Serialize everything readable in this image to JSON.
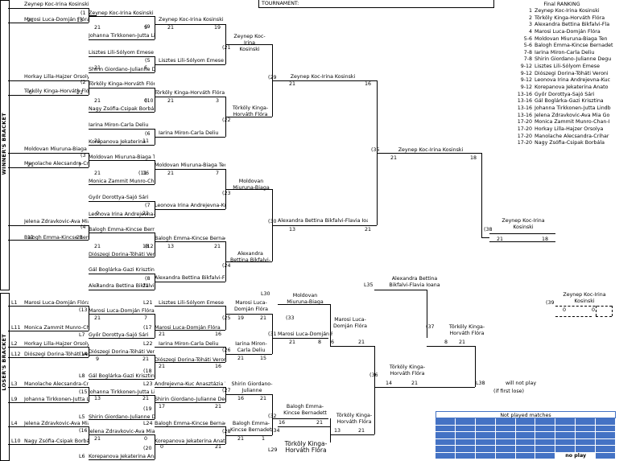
{
  "header": {
    "tournament_label": "TOURNAMENT:"
  },
  "side_labels": {
    "winners": "WINNER'S BRACKET",
    "losers": "LOSER'S BRACKET"
  },
  "ranking": {
    "title": "Final RANKING",
    "rows": [
      {
        "place": "1",
        "name": "Zeynep Koc-Irina Kosinski"
      },
      {
        "place": "2",
        "name": "Törköly Kinga-Horváth Flóra"
      },
      {
        "place": "3",
        "name": "Alexandra Bettina Bikfalvi-Fla"
      },
      {
        "place": "4",
        "name": "Marosi Luca-Domján Flóra"
      },
      {
        "place": "5-6",
        "name": "Moldovan Miuruna-Biaga Ten"
      },
      {
        "place": "5-6",
        "name": "Balogh Emma-Kincse Bernadet"
      },
      {
        "place": "7-8",
        "name": "Iarina Miron-Carla Deliu"
      },
      {
        "place": "7-8",
        "name": "Shirin Giordano-Julianne Degu"
      },
      {
        "place": "9-12",
        "name": "Lisztes Lili-Sólyom Emese"
      },
      {
        "place": "9-12",
        "name": "Diószegi Dorina-Tóháti Veroni"
      },
      {
        "place": "9-12",
        "name": "Leonova Irina Andrejevna-Kuc"
      },
      {
        "place": "9-12",
        "name": "Korepanova Jekaterina Anato"
      },
      {
        "place": "13-16",
        "name": "Győr Dorottya-Sajó Sári"
      },
      {
        "place": "13-16",
        "name": "Gál Boglárka-Gazi Krisztina"
      },
      {
        "place": "13-16",
        "name": "Johanna Tirkkonen-Jutta Lindb"
      },
      {
        "place": "13-16",
        "name": "Jelena Zdravkovic-Ava Mia Go"
      },
      {
        "place": "17-20",
        "name": "Monica Zammit Munro-Chan-I"
      },
      {
        "place": "17-20",
        "name": "Horkay Lilla-Hajzer Orsolya"
      },
      {
        "place": "17-20",
        "name": "Manolache Alecsandra-Crihar"
      },
      {
        "place": "17-20",
        "name": "Nagy Zsófia-Csipak Borbála"
      }
    ]
  },
  "not_played": {
    "title": "Not played matches",
    "no_play_label": "no play",
    "rows": 6,
    "cols": 9
  },
  "labels": [
    {
      "id": "seed-1",
      "text": "(1"
    },
    {
      "id": "seed-9",
      "text": "(9"
    },
    {
      "id": "seed-5",
      "text": "(5"
    },
    {
      "id": "seed-2",
      "text": "(2"
    },
    {
      "id": "seed-10",
      "text": "(10"
    },
    {
      "id": "seed-6",
      "text": "(6"
    },
    {
      "id": "seed-3",
      "text": "(3"
    },
    {
      "id": "seed-11",
      "text": "(11"
    },
    {
      "id": "seed-7",
      "text": "(7"
    },
    {
      "id": "seed-4",
      "text": "(4"
    },
    {
      "id": "seed-12",
      "text": "(12"
    },
    {
      "id": "seed-8",
      "text": "(8"
    },
    {
      "id": "m-21",
      "text": "(21"
    },
    {
      "id": "m-22",
      "text": "(22"
    },
    {
      "id": "m-23",
      "text": "(23"
    },
    {
      "id": "m-24",
      "text": "(24"
    },
    {
      "id": "m-29",
      "text": "(29"
    },
    {
      "id": "m-30",
      "text": "(30"
    },
    {
      "id": "m-35",
      "text": "(35"
    },
    {
      "id": "m-38",
      "text": "(38"
    },
    {
      "id": "m-39",
      "text": "(39"
    },
    {
      "id": "l-13",
      "text": "(13"
    },
    {
      "id": "l-17",
      "text": "(17"
    },
    {
      "id": "l-14",
      "text": "(14"
    },
    {
      "id": "l-18",
      "text": "(18"
    },
    {
      "id": "l-15",
      "text": "(15"
    },
    {
      "id": "l-19",
      "text": "(19"
    },
    {
      "id": "l-16",
      "text": "(16"
    },
    {
      "id": "l-20",
      "text": "(20"
    },
    {
      "id": "l-25",
      "text": "(25"
    },
    {
      "id": "l-26",
      "text": "(26"
    },
    {
      "id": "l-27",
      "text": "(27"
    },
    {
      "id": "l-28",
      "text": "(28"
    },
    {
      "id": "l-31",
      "text": "(31"
    },
    {
      "id": "l-33",
      "text": "(33"
    },
    {
      "id": "l-32",
      "text": "(32"
    },
    {
      "id": "l-34",
      "text": "(34"
    },
    {
      "id": "l-36",
      "text": "(36"
    },
    {
      "id": "l-37",
      "text": "(37"
    },
    {
      "id": "ll-1",
      "text": "L1"
    },
    {
      "id": "ll-7",
      "text": "L7"
    },
    {
      "id": "ll-11",
      "text": "L11"
    },
    {
      "id": "ll-2",
      "text": "L2"
    },
    {
      "id": "ll-12",
      "text": "L12"
    },
    {
      "id": "ll-8",
      "text": "L8"
    },
    {
      "id": "ll-3",
      "text": "L3"
    },
    {
      "id": "ll-9",
      "text": "L9"
    },
    {
      "id": "ll-5",
      "text": "L5"
    },
    {
      "id": "ll-4",
      "text": "L4"
    },
    {
      "id": "ll-10",
      "text": "L10"
    },
    {
      "id": "ll-6",
      "text": "L6"
    },
    {
      "id": "ll-21",
      "text": "L21"
    },
    {
      "id": "ll-22",
      "text": "L22"
    },
    {
      "id": "ll-23",
      "text": "L23"
    },
    {
      "id": "ll-24",
      "text": "L24"
    },
    {
      "id": "ll-30",
      "text": "L30"
    },
    {
      "id": "ll-29",
      "text": "L29"
    },
    {
      "id": "ll-35",
      "text": "L35"
    },
    {
      "id": "ll-38",
      "text": "L38"
    },
    {
      "id": "note-np",
      "text": "will not play"
    },
    {
      "id": "note-ifl",
      "text": "(if first lose)"
    }
  ],
  "names": [
    {
      "id": "w1a",
      "text": "Zeynep Koc-Irina Kosinski"
    },
    {
      "id": "w1b",
      "text": "Marosi Luca-Domján Flóra"
    },
    {
      "id": "w2a",
      "text": "Horkay Lilla-Hajzer Orsolya"
    },
    {
      "id": "w2b",
      "text": "Törköly Kinga-Horváth Flóra"
    },
    {
      "id": "w3a",
      "text": "Moldovan Miuruna-Biaga Teodora"
    },
    {
      "id": "w3b",
      "text": "Manolache Alecsandra-Crihan"
    },
    {
      "id": "w4a",
      "text": "Jelena Zdravkovic-Ava Mia Gonzalez"
    },
    {
      "id": "w4b",
      "text": "Balogh Emma-Kincse Bernadett"
    },
    {
      "id": "r9a",
      "text": "Zeynep Koc-Irina Kosinski"
    },
    {
      "id": "r9b",
      "text": "Johanna Tirkkonen-Jutta Lindberg"
    },
    {
      "id": "r5a",
      "text": "Lisztes Lili-Sólyom Emese"
    },
    {
      "id": "r5b",
      "text": "Shirin Giordano-Julianne Degu"
    },
    {
      "id": "r2a",
      "text": "Törköly Kinga-Horváth Flóra"
    },
    {
      "id": "r10b",
      "text": "Nagy Zsófia-Csipak Borbála"
    },
    {
      "id": "r6a",
      "text": "Iarina Miron-Carla Deliu"
    },
    {
      "id": "r6b",
      "text": "Korepanova Jekaterina"
    },
    {
      "id": "r3a",
      "text": "Moldovan Miuruna-Biaga Teodora"
    },
    {
      "id": "r11b",
      "text": "Monica Zammit Munro-Chan"
    },
    {
      "id": "r7a",
      "text": "Győr Dorottya-Sajó Sári"
    },
    {
      "id": "r7b",
      "text": "Leonova Irina Andrejevna-Kuc"
    },
    {
      "id": "r4a",
      "text": "Balogh Emma-Kincse Bernadett"
    },
    {
      "id": "r12b",
      "text": "Diószegi Dorina-Tóháti Veronika"
    },
    {
      "id": "r8a",
      "text": "Gál Boglárka-Gazi Krisztina"
    },
    {
      "id": "r8b",
      "text": "Alexandra Bettina Bikfalvi-Flavia Ioana"
    },
    {
      "id": "q9",
      "text": "Zeynep Koc-Irina Kosinski"
    },
    {
      "id": "q5",
      "text": "Lisztes Lili-Sólyom Emese"
    },
    {
      "id": "q10",
      "text": "Törköly Kinga-Horváth Flóra"
    },
    {
      "id": "q6",
      "text": "Iarina Miron-Carla Deliu"
    },
    {
      "id": "q11",
      "text": "Moldovan Miuruna-Biaga Teodora"
    },
    {
      "id": "q7",
      "text": "Leonova Irina Andrejevna-Kuc"
    },
    {
      "id": "q12",
      "text": "Balogh Emma-Kincse Bernadett"
    },
    {
      "id": "q8",
      "text": "Alexandra Bettina Bikfalvi-Flavia Ioana"
    },
    {
      "id": "s21",
      "text": "Zeynep Koc-\nIrina\nKosinski"
    },
    {
      "id": "s22",
      "text": "Törköly Kinga-\nHorváth Flóra"
    },
    {
      "id": "s23",
      "text": "Moldovan\nMiuruna-Biaga"
    },
    {
      "id": "s24",
      "text": "Alexandra\nBettina Bikfalvi-"
    },
    {
      "id": "f29",
      "text": "Zeynep Koc-Irina Kosinski"
    },
    {
      "id": "f30",
      "text": "Alexandra Bettina Bikfalvi-Flavia Ioana"
    },
    {
      "id": "f35",
      "text": "Zeynep Koc-Irina Kosinski"
    },
    {
      "id": "f38",
      "text": "Zeynep Koc-Irina\nKosinski"
    },
    {
      "id": "f39",
      "text": "Zeynep Koc-Irina\nKosinski"
    },
    {
      "id": "l1",
      "text": "Marosi Luca-Domján Flóra"
    },
    {
      "id": "l11",
      "text": "Monica Zammit Munro-Chan"
    },
    {
      "id": "l2",
      "text": "Horkay Lilla-Hajzer Orsolya"
    },
    {
      "id": "l12",
      "text": "Diószegi Dorina-Tóháti Veronika"
    },
    {
      "id": "l3",
      "text": "Manolache Alecsandra-Crihan"
    },
    {
      "id": "l9",
      "text": "Johanna Tirkkonen-Jutta Lindberg"
    },
    {
      "id": "l4",
      "text": "Jelena Zdravkovic-Ava Mia Gonzalez"
    },
    {
      "id": "l10",
      "text": "Nagy Zsófia-Csipak Borbála"
    },
    {
      "id": "l6",
      "text": "Korepanova Jekaterina Anatolyevna"
    },
    {
      "id": "l13a",
      "text": "Marosi Luca-Domján Flóra"
    },
    {
      "id": "l7",
      "text": "Győr Dorottya-Sajó Sári"
    },
    {
      "id": "l14a",
      "text": "Diószegi Dorina-Tóháti Veronika"
    },
    {
      "id": "l8",
      "text": "Gál Boglárka-Gazi Krisztina"
    },
    {
      "id": "l15a",
      "text": "Johanna Tirkkonen-Jutta Lindberg"
    },
    {
      "id": "l5",
      "text": "Shirin Giordano-Julianne Degu"
    },
    {
      "id": "l16a",
      "text": "Jelena Zdravkovic-Ava Mia Gonzalez"
    },
    {
      "id": "l21",
      "text": "Lisztes Lili-Sólyom Emese"
    },
    {
      "id": "l17a",
      "text": "Marosi Luca-Domján Flóra"
    },
    {
      "id": "l22",
      "text": "Iarina Miron-Carla Deliu"
    },
    {
      "id": "l18a",
      "text": "Diószegi Dorina-Tóháti Veronika"
    },
    {
      "id": "l23",
      "text": "Andrejevna-Kuc Anasztázia Vi"
    },
    {
      "id": "l19a",
      "text": "Shirin Giordano-Julianne Degu"
    },
    {
      "id": "l24",
      "text": "Balogh Emma-Kincse Bernadett"
    },
    {
      "id": "l20a",
      "text": "Korepanova Jekaterina Anatolyevna"
    },
    {
      "id": "l25",
      "text": "Marosi Luca-\nDomján Flóra"
    },
    {
      "id": "l26",
      "text": "Iarina Miron-\nCarla Deliu"
    },
    {
      "id": "l27",
      "text": "Shirin Giordano-\nJulianne"
    },
    {
      "id": "l28",
      "text": "Balogh Emma-\nKincse Bernadett"
    },
    {
      "id": "l30",
      "text": "Moldovan\nMiuruna-Biaga"
    },
    {
      "id": "l31",
      "text": "Marosi Luca-Domján Flóra"
    },
    {
      "id": "l29",
      "text": "Törköly Kinga-\nHorváth Flóra"
    },
    {
      "id": "l32",
      "text": "Balogh Emma-\nKincse Bernadett"
    },
    {
      "id": "l33",
      "text": "Marosi Luca-\nDomján Flóra"
    },
    {
      "id": "l34",
      "text": "Törköly Kinga-\nHorváth Flóra"
    },
    {
      "id": "l35",
      "text": "Alexandra Bettina\nBikfalvi-Flavia Ioana"
    },
    {
      "id": "l36",
      "text": "Törköly Kinga-\nHorváth Flóra"
    },
    {
      "id": "l37",
      "text": "Törköly Kinga-\nHorváth Flóra"
    }
  ],
  "scores": [
    {
      "id": "s-w1",
      "a": "21",
      "b": "13"
    },
    {
      "id": "s-w2",
      "a": "0",
      "b": "21"
    },
    {
      "id": "s-w3",
      "a": "21",
      "b": "7"
    },
    {
      "id": "s-w4",
      "a": "12",
      "b": "21"
    },
    {
      "id": "s-r9",
      "a": "21",
      "b": "9"
    },
    {
      "id": "s-r5",
      "a": "21",
      "b": "6"
    },
    {
      "id": "s-r10",
      "a": "21",
      "b": "0"
    },
    {
      "id": "s-r6",
      "a": "21",
      "b": "11"
    },
    {
      "id": "s-r11",
      "a": "21",
      "b": "16"
    },
    {
      "id": "s-r7",
      "a": "0",
      "b": "21"
    },
    {
      "id": "s-r12",
      "a": "21",
      "b": "18"
    },
    {
      "id": "s-r8",
      "a": "7",
      "b": "21"
    },
    {
      "id": "s-21",
      "a": "21",
      "b": "19"
    },
    {
      "id": "s-22",
      "a": "21",
      "b": "3"
    },
    {
      "id": "s-23",
      "a": "21",
      "b": "7"
    },
    {
      "id": "s-24",
      "a": "13",
      "b": "21"
    },
    {
      "id": "s-29",
      "a": "21",
      "b": "16"
    },
    {
      "id": "s-30",
      "a": "13",
      "b": "21"
    },
    {
      "id": "s-35",
      "a": "21",
      "b": "18"
    },
    {
      "id": "s-38",
      "a": "21",
      "b": "18"
    },
    {
      "id": "s-39",
      "a": "0",
      "b": "0"
    },
    {
      "id": "s-l13",
      "a": "21",
      "b": "7"
    },
    {
      "id": "s-l14",
      "a": "9",
      "b": "21"
    },
    {
      "id": "s-l15",
      "a": "13",
      "b": "21"
    },
    {
      "id": "s-l16",
      "a": "21",
      "b": "0"
    },
    {
      "id": "s-l17",
      "a": "21",
      "b": "16"
    },
    {
      "id": "s-l18",
      "a": "21",
      "b": "16"
    },
    {
      "id": "s-l19",
      "a": "17",
      "b": "21"
    },
    {
      "id": "s-l20",
      "a": "0",
      "b": "21"
    },
    {
      "id": "s-l25",
      "a": "19",
      "b": "21"
    },
    {
      "id": "s-l26",
      "a": "21",
      "b": "15"
    },
    {
      "id": "s-l27",
      "a": "16",
      "b": "21"
    },
    {
      "id": "s-l28",
      "a": "21",
      "b": "1"
    },
    {
      "id": "s-l31",
      "a": "21",
      "b": "8"
    },
    {
      "id": "s-l33",
      "a": "6",
      "b": "21"
    },
    {
      "id": "s-l32",
      "a": "16",
      "b": "21"
    },
    {
      "id": "s-l34",
      "a": "13",
      "b": "21"
    },
    {
      "id": "s-l36",
      "a": "14",
      "b": "21"
    },
    {
      "id": "s-l37",
      "a": "8",
      "b": "21"
    }
  ]
}
